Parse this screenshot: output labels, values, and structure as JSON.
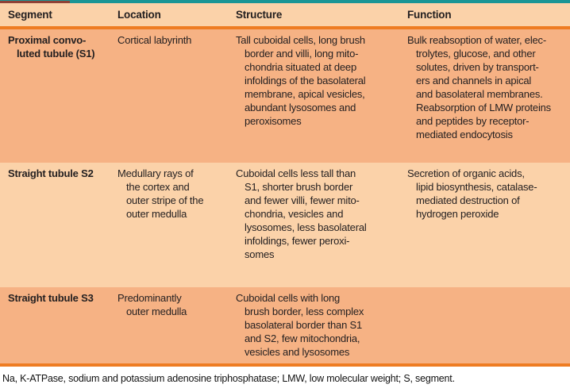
{
  "table": {
    "columns": [
      {
        "label": "Segment"
      },
      {
        "label": "Location"
      },
      {
        "label": "Structure"
      },
      {
        "label": "Function"
      }
    ],
    "rows": [
      {
        "segment": [
          "Proximal convo-",
          "luted tubule (S1)"
        ],
        "location": [
          "Cortical labyrinth"
        ],
        "structure": [
          "Tall cuboidal cells, long brush",
          "border and villi, long mito-",
          "chondria situated at deep",
          "infoldings of the basolateral",
          "membrane, apical vesicles,",
          "abundant lysosomes and",
          "peroxisomes"
        ],
        "function": [
          "Bulk reabsoption of water, elec-",
          "trolytes, glucose, and other",
          "solutes, driven by transport-",
          "ers and channels in apical",
          "and basolateral membranes.",
          "Reabsorption of LMW proteins",
          "and peptides by receptor-",
          "mediated endocytosis"
        ]
      },
      {
        "segment": [
          "Straight tubule S2"
        ],
        "location": [
          "Medullary rays of",
          "the cortex and",
          "outer stripe of the",
          "outer medulla"
        ],
        "structure": [
          "Cuboidal cells less tall than",
          "S1, shorter brush border",
          "and fewer villi, fewer mito-",
          "chondria, vesicles and",
          "lysosomes, less basolateral",
          "infoldings, fewer peroxi-",
          "somes"
        ],
        "function": [
          "Secretion of organic acids,",
          "lipid biosynthesis, catalase-",
          "mediated destruction of",
          "hydrogen peroxide"
        ]
      },
      {
        "segment": [
          "Straight tubule S3"
        ],
        "location": [
          "Predominantly",
          "outer medulla"
        ],
        "structure": [
          "Cuboidal cells with long",
          "brush border, less complex",
          "basolateral border than S1",
          "and S2, few mitochondria,",
          "vesicles and lysosomes"
        ],
        "function": []
      }
    ]
  },
  "footnote": "Na, K-ATPase, sodium and potassium adenosine triphosphatase; LMW, low molecular weight; S, segment.",
  "colors": {
    "accent-orange": "#ee7c22",
    "row-light": "#fbd2a9",
    "row-dark": "#f6b284",
    "teal-line": "#1a9595",
    "topbar-red": "#8e4236",
    "ink": "#231f20"
  }
}
